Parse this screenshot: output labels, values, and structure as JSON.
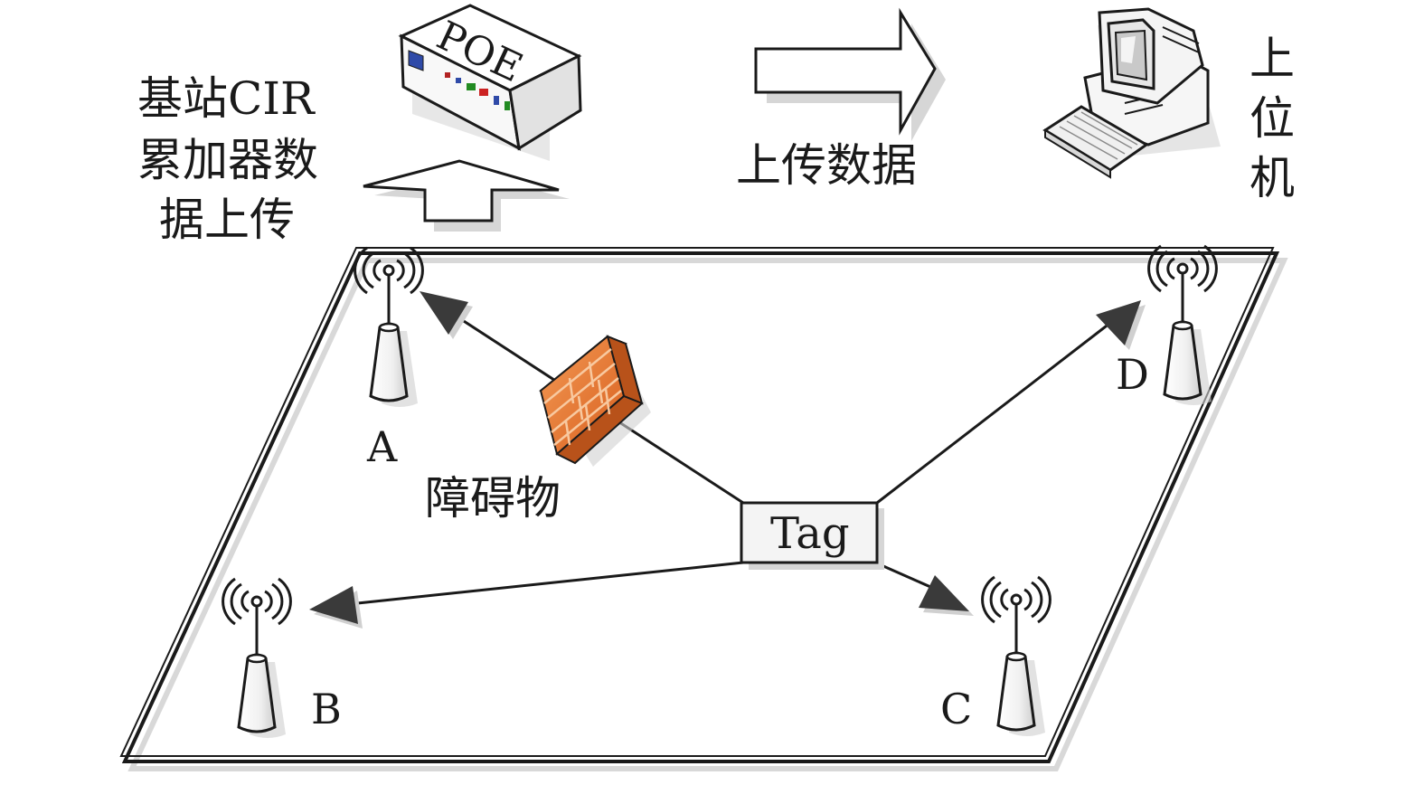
{
  "labels": {
    "poe": "POE",
    "upload_left": [
      "基站CIR",
      "累加器数",
      "据上传"
    ],
    "upload_right": "上传数据",
    "host": [
      "上",
      "位",
      "机"
    ],
    "obstacle": "障碍物",
    "tag": "Tag",
    "anchors": {
      "a": "A",
      "b": "B",
      "c": "C",
      "d": "D"
    }
  },
  "colors": {
    "line": "#1a1a1a",
    "arrow_head": "#3a3a3a",
    "wall_fill": "#e8762b",
    "wall_dark": "#b8521a",
    "wall_light": "#f6b07a",
    "device_fill": "#f4f4f4",
    "shadow": "#cfcfcf"
  },
  "icons": {
    "poe": "poe-switch-icon",
    "computer": "desktop-computer-icon",
    "firewall": "brick-wall-icon",
    "antenna": "uwb-anchor-antenna-icon"
  }
}
